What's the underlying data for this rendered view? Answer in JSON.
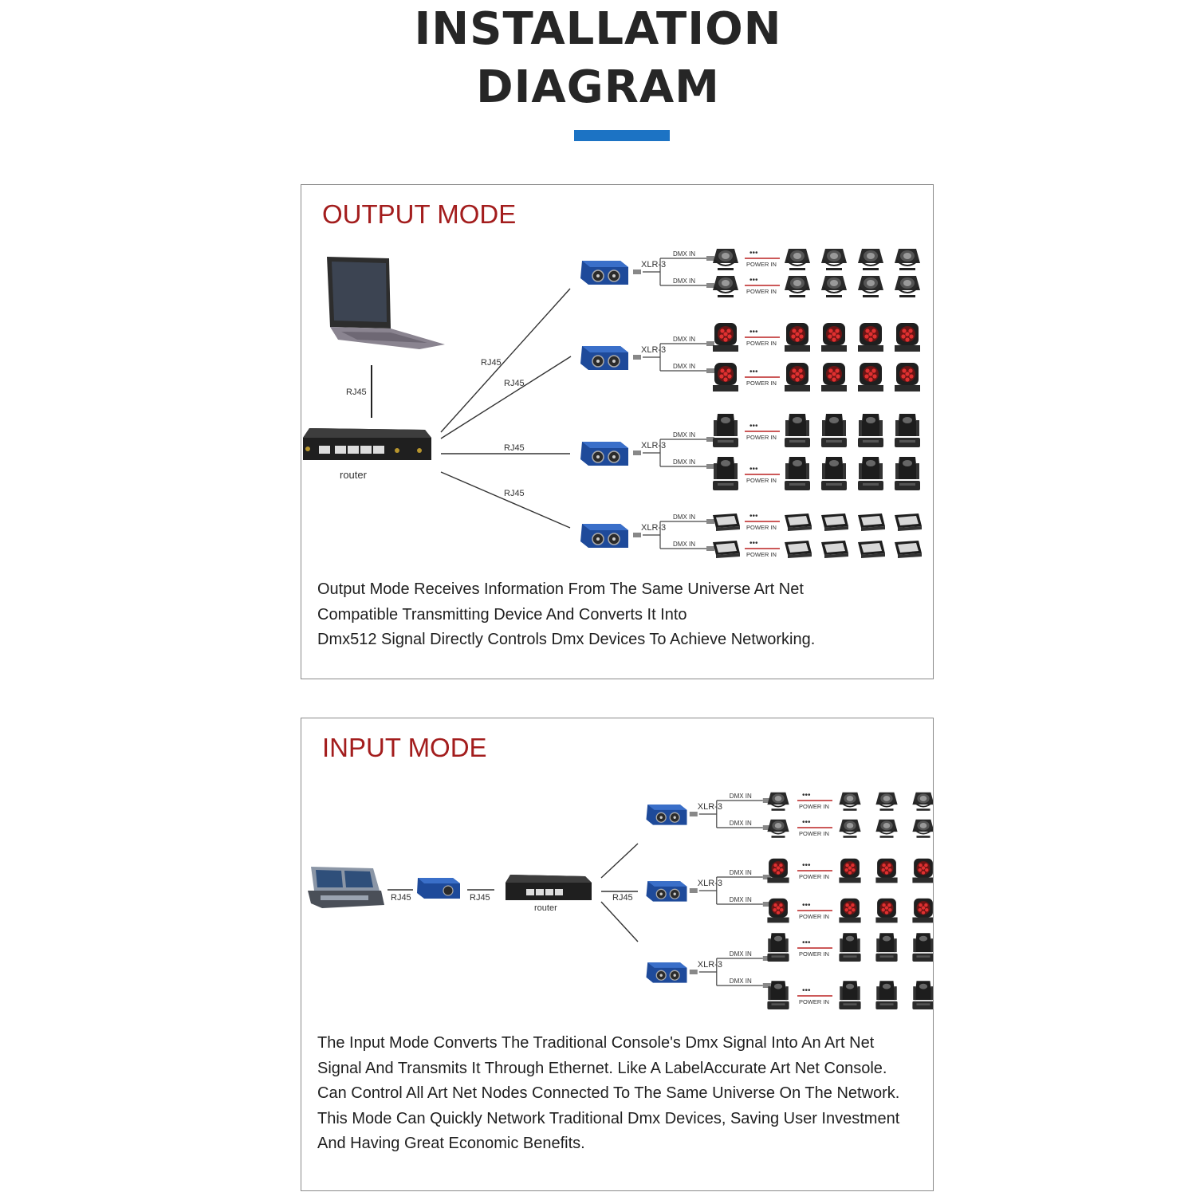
{
  "title": {
    "line1": "INSTALLATION",
    "line2": "DIAGRAM",
    "underline_color": "#1c73c4"
  },
  "output_mode": {
    "heading": "OUTPUT MODE",
    "heading_color": "#a31d1d",
    "labels": {
      "rj45": "RJ45",
      "router": "router",
      "xlr": "XLR-3",
      "dmx_in": "DMX IN",
      "power_in": "POWER IN",
      "dots": "•••"
    },
    "description": [
      "Output Mode Receives Information From The Same Universe Art Net",
      "Compatible Transmitting Device And Converts It Into",
      "Dmx512 Signal Directly Controls Dmx Devices To Achieve Networking."
    ]
  },
  "input_mode": {
    "heading": "INPUT MODE",
    "labels": {
      "rj45": "RJ45",
      "router": "router",
      "xlr": "XLR-3",
      "dmx_in": "DMX IN",
      "power_in": "POWER IN",
      "dots": "•••"
    },
    "description": [
      "The Input Mode Converts The Traditional Console's Dmx Signal Into An Art Net",
      "Signal And Transmits It Through Ethernet. Like A LabelAccurate Art Net Console.",
      " Can Control All Art Net Nodes Connected To The Same Universe On The Network.",
      "This Mode Can Quickly Network Traditional Dmx Devices, Saving User Investment",
      "And Having Great Economic Benefits."
    ]
  },
  "icons": [
    "laptop-icon",
    "router-icon",
    "dmx-node-icon",
    "par-light-icon",
    "wash-moving-head-icon",
    "beam-moving-head-icon",
    "strobe-light-icon",
    "lighting-console-icon"
  ]
}
